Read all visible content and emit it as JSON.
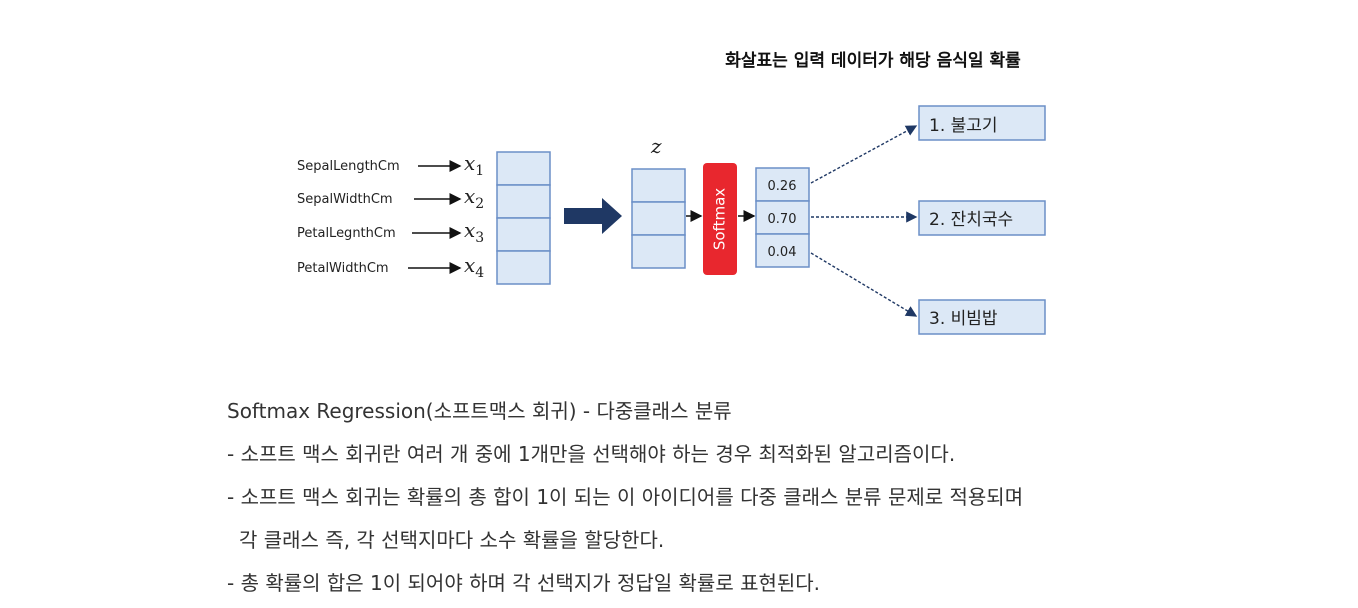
{
  "diagram": {
    "caption": "화살표는 입력 데이터가 해당 음식일 확률",
    "features": [
      {
        "label": "SepalLengthCm",
        "var": "x",
        "sub": "1"
      },
      {
        "label": "SepalWidthCm",
        "var": "x",
        "sub": "2"
      },
      {
        "label": "PetalLegnthCm",
        "var": "x",
        "sub": "3"
      },
      {
        "label": "PetalWidthCm",
        "var": "x",
        "sub": "4"
      }
    ],
    "z_label": "z",
    "softmax_label": "Softmax",
    "softmax_color": "#e8272e",
    "probabilities": [
      "0.26",
      "0.70",
      "0.04"
    ],
    "classes": [
      "1. 불고기",
      "2. 잔치국수",
      "3. 비빔밥"
    ],
    "box_fill": "#dce8f6",
    "box_stroke": "#6b8fc7",
    "arrow_color": "#1f3864"
  },
  "text": {
    "title": "Softmax Regression(소프트맥스 회귀) - 다중클래스 분류",
    "line1": "- 소프트 맥스 회귀란 여러 개 중에 1개만을 선택해야 하는 경우 최적화된 알고리즘이다.",
    "line2": "- 소프트 맥스 회귀는 확률의 총 합이 1이 되는 이 아이디어를 다중 클래스 분류 문제로 적용되며",
    "line3": "각 클래스 즉, 각 선택지마다 소수 확률을 할당한다.",
    "line4": "- 총 확률의 합은 1이 되어야 하며 각 선택지가 정답일 확률로 표현된다."
  }
}
